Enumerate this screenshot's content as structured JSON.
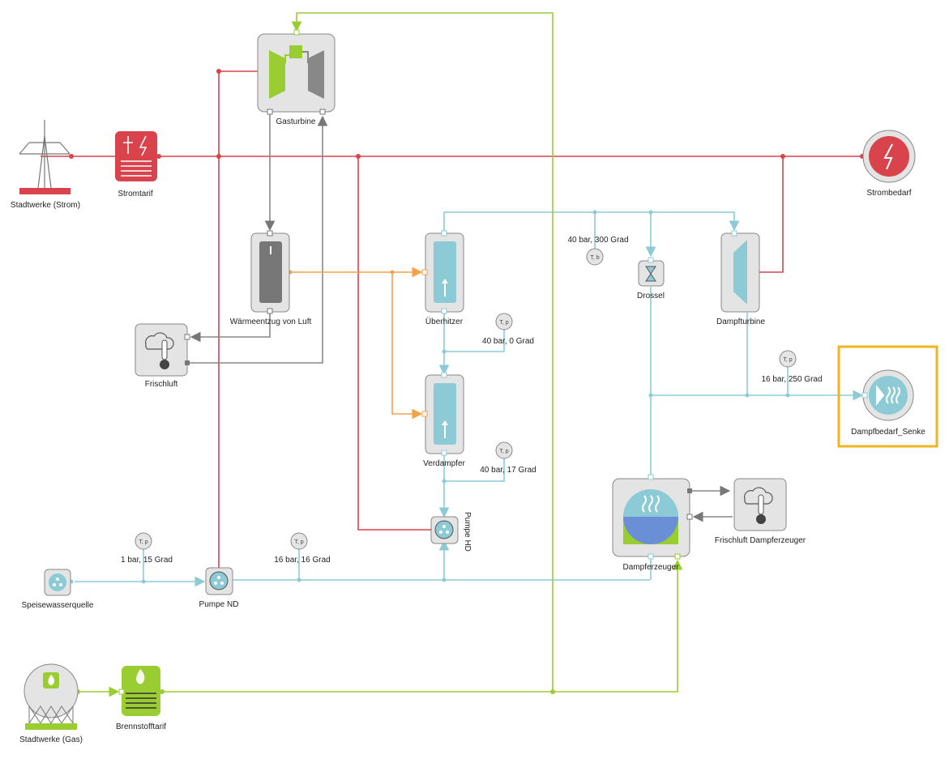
{
  "components": {
    "stadtwerke_strom": "Stadtwerke (Strom)",
    "stromtarif": "Stromtarif",
    "gasturbine": "Gasturbine",
    "strombedarf": "Strombedarf",
    "waermeentzug": "Wärmeentzug von Luft",
    "frischluft": "Frischluft",
    "ueberhitzer": "Überhitzer",
    "verdampfer": "Verdampfer",
    "drossel": "Drossel",
    "dampfturbine": "Dampfturbine",
    "dampfbedarf": "Dampfbedarf_Senke",
    "dampferzeuger": "Dampferzeuger",
    "frischluft_dampferzeuger": "Frischluft Dampferzeuger",
    "pumpe_hd": "Pumpe HD",
    "pumpe_nd": "Pumpe ND",
    "speisewasserquelle": "Speisewasserquelle",
    "stadtwerke_gas": "Stadtwerke (Gas)",
    "brennstofftarif": "Brennstofftarif"
  },
  "sensors": {
    "tp_label": "T, p",
    "tb_label": "T, b",
    "s1": "40 bar, 300 Grad",
    "s2": "40 bar, 0 Grad",
    "s3": "16 bar, 250 Grad",
    "s4": "40 bar, 17 Grad",
    "s5": "1 bar, 15 Grad",
    "s6": "16 bar, 16 Grad"
  },
  "colors": {
    "electric": "#d9434b",
    "water": "#8ccbd6",
    "heat": "#f4a24a",
    "gas": "#9acd32",
    "air": "#888888",
    "selection": "#f0b41e"
  }
}
